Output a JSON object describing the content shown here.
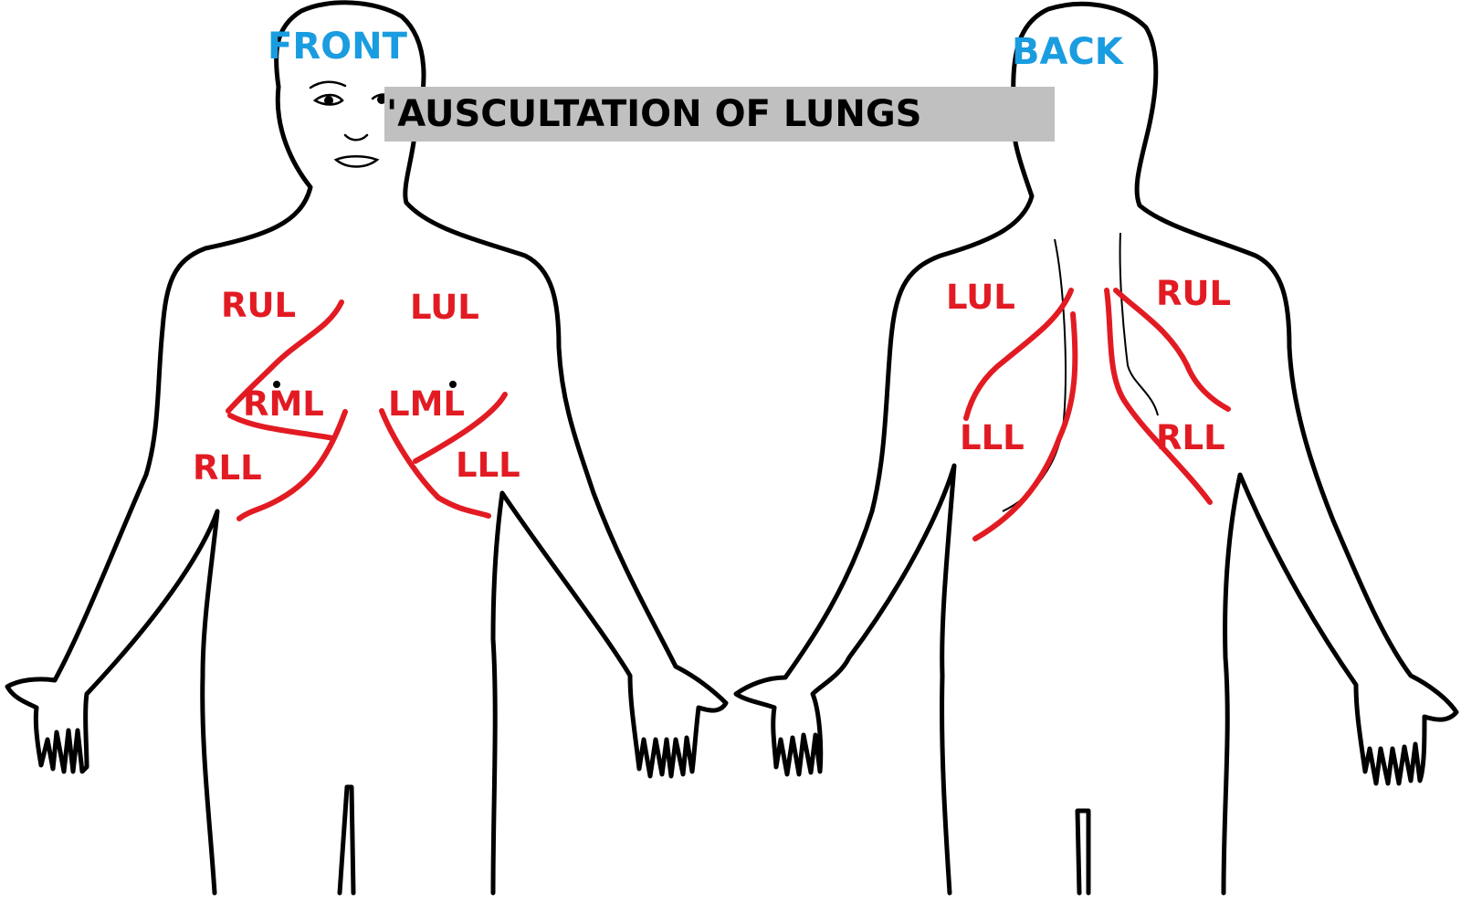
{
  "title": "'AUSCULTATION OF LUNGS",
  "front": {
    "label": "FRONT",
    "lobes": {
      "rul": "RUL",
      "lul": "LUL",
      "rml": "RML",
      "lml": "LML",
      "rll": "RLL",
      "lll": "LLL"
    }
  },
  "back": {
    "label": "BACK",
    "lobes": {
      "lul": "LUL",
      "rul": "RUL",
      "lll": "LLL",
      "rll": "RLL"
    }
  },
  "colors": {
    "view_label": "#1a9ce0",
    "lobe": "#e21b23",
    "outline": "#000000",
    "title_banner": "#c0c0c0",
    "title_text": "#000000"
  }
}
